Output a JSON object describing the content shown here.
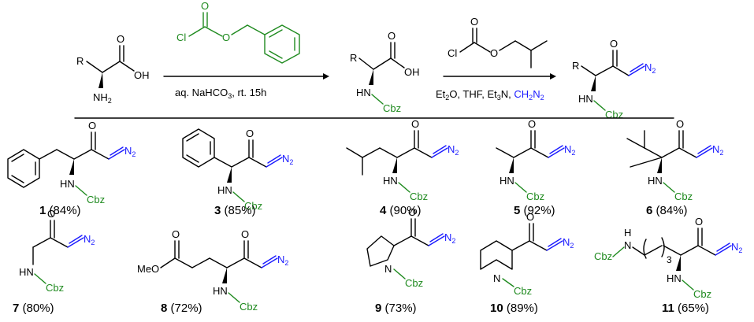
{
  "colors": {
    "cbz_green": "#1f8a1f",
    "diazo_blue": "#1a1aff"
  },
  "labels": {
    "r": "R",
    "oh": "OH",
    "o": "O",
    "cl": "Cl",
    "nh2": "NH",
    "nh2_sub": "2",
    "hn": "HN",
    "n": "N",
    "h": "H",
    "n2": "N",
    "n2_sub": "2",
    "cbz": "Cbz",
    "meo": "MeO",
    "sub3": "3"
  },
  "reaction": {
    "step1_conditions": "aq. NaHCO",
    "step1_sub": "3",
    "step1_tail": ", rt. 15h",
    "step2_conditions": "Et",
    "step2_sub1": "2",
    "step2_mid": "O, THF, Et",
    "step2_sub2": "3",
    "step2_tail": "N, ",
    "step2_reagent": "CH",
    "step2_reagent_sub": "2",
    "step2_reagent_tail": "N",
    "step2_reagent_sub2": "2"
  },
  "compounds": [
    {
      "number": "1",
      "yield": " (84%)"
    },
    {
      "number": "3",
      "yield": " (85%)"
    },
    {
      "number": "4",
      "yield": " (90%)"
    },
    {
      "number": "5",
      "yield": " (92%)"
    },
    {
      "number": "6",
      "yield": " (84%)"
    },
    {
      "number": "7",
      "yield": " (80%)"
    },
    {
      "number": "8",
      "yield": " (72%)"
    },
    {
      "number": "9",
      "yield": " (73%)"
    },
    {
      "number": "10",
      "yield": " (89%)"
    },
    {
      "number": "11",
      "yield": " (65%)"
    }
  ]
}
